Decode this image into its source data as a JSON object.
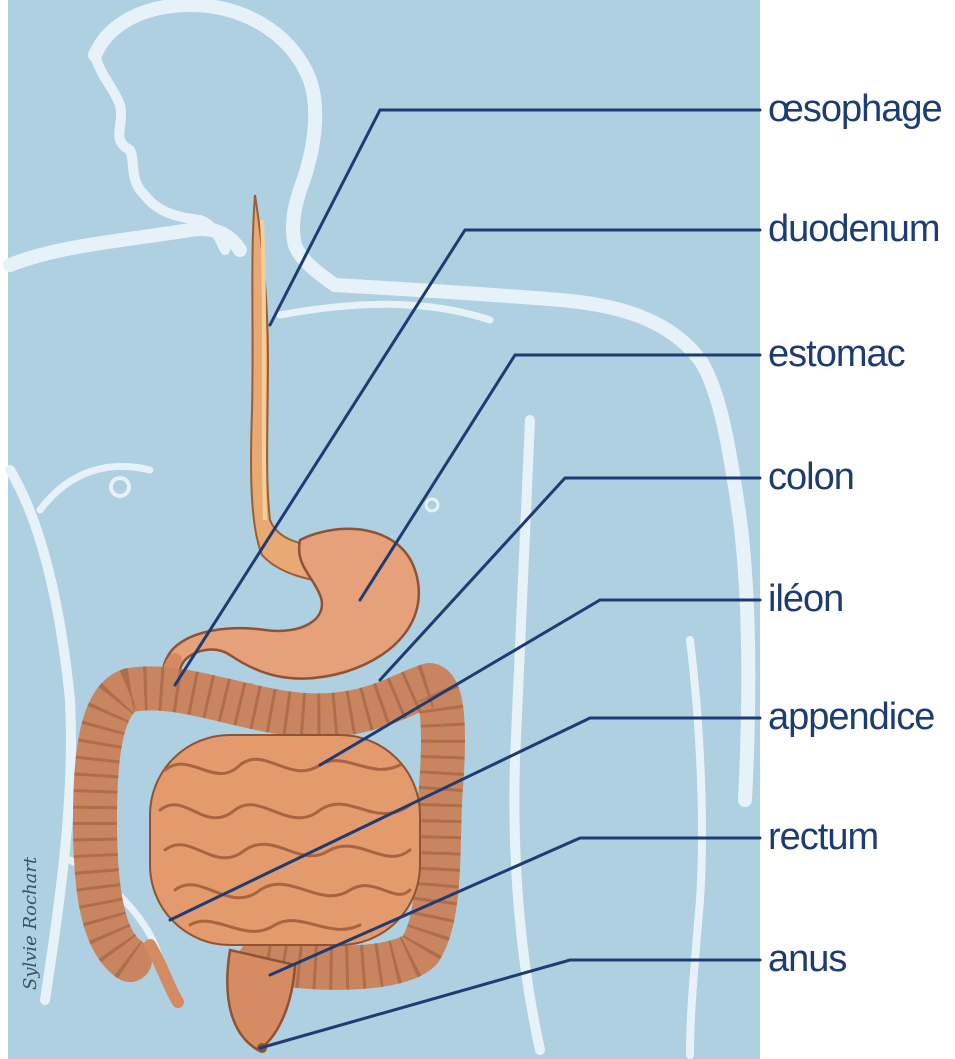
{
  "labels": [
    {
      "key": "oesophage",
      "text": "œsophage"
    },
    {
      "key": "duodenum",
      "text": "duodenum"
    },
    {
      "key": "estomac",
      "text": "estomac"
    },
    {
      "key": "colon",
      "text": "colon"
    },
    {
      "key": "ileon",
      "text": "iléon"
    },
    {
      "key": "appendice",
      "text": "appendice"
    },
    {
      "key": "rectum",
      "text": "rectum"
    },
    {
      "key": "anus",
      "text": "anus"
    }
  ],
  "signature": "Sylvie Rochart",
  "colors": {
    "background": "#aed0e0",
    "leader_line": "#1d3c73",
    "organ_fill": "#dd9a72",
    "organ_stroke": "#8e5234",
    "body_outline": "#e7f2f8"
  }
}
